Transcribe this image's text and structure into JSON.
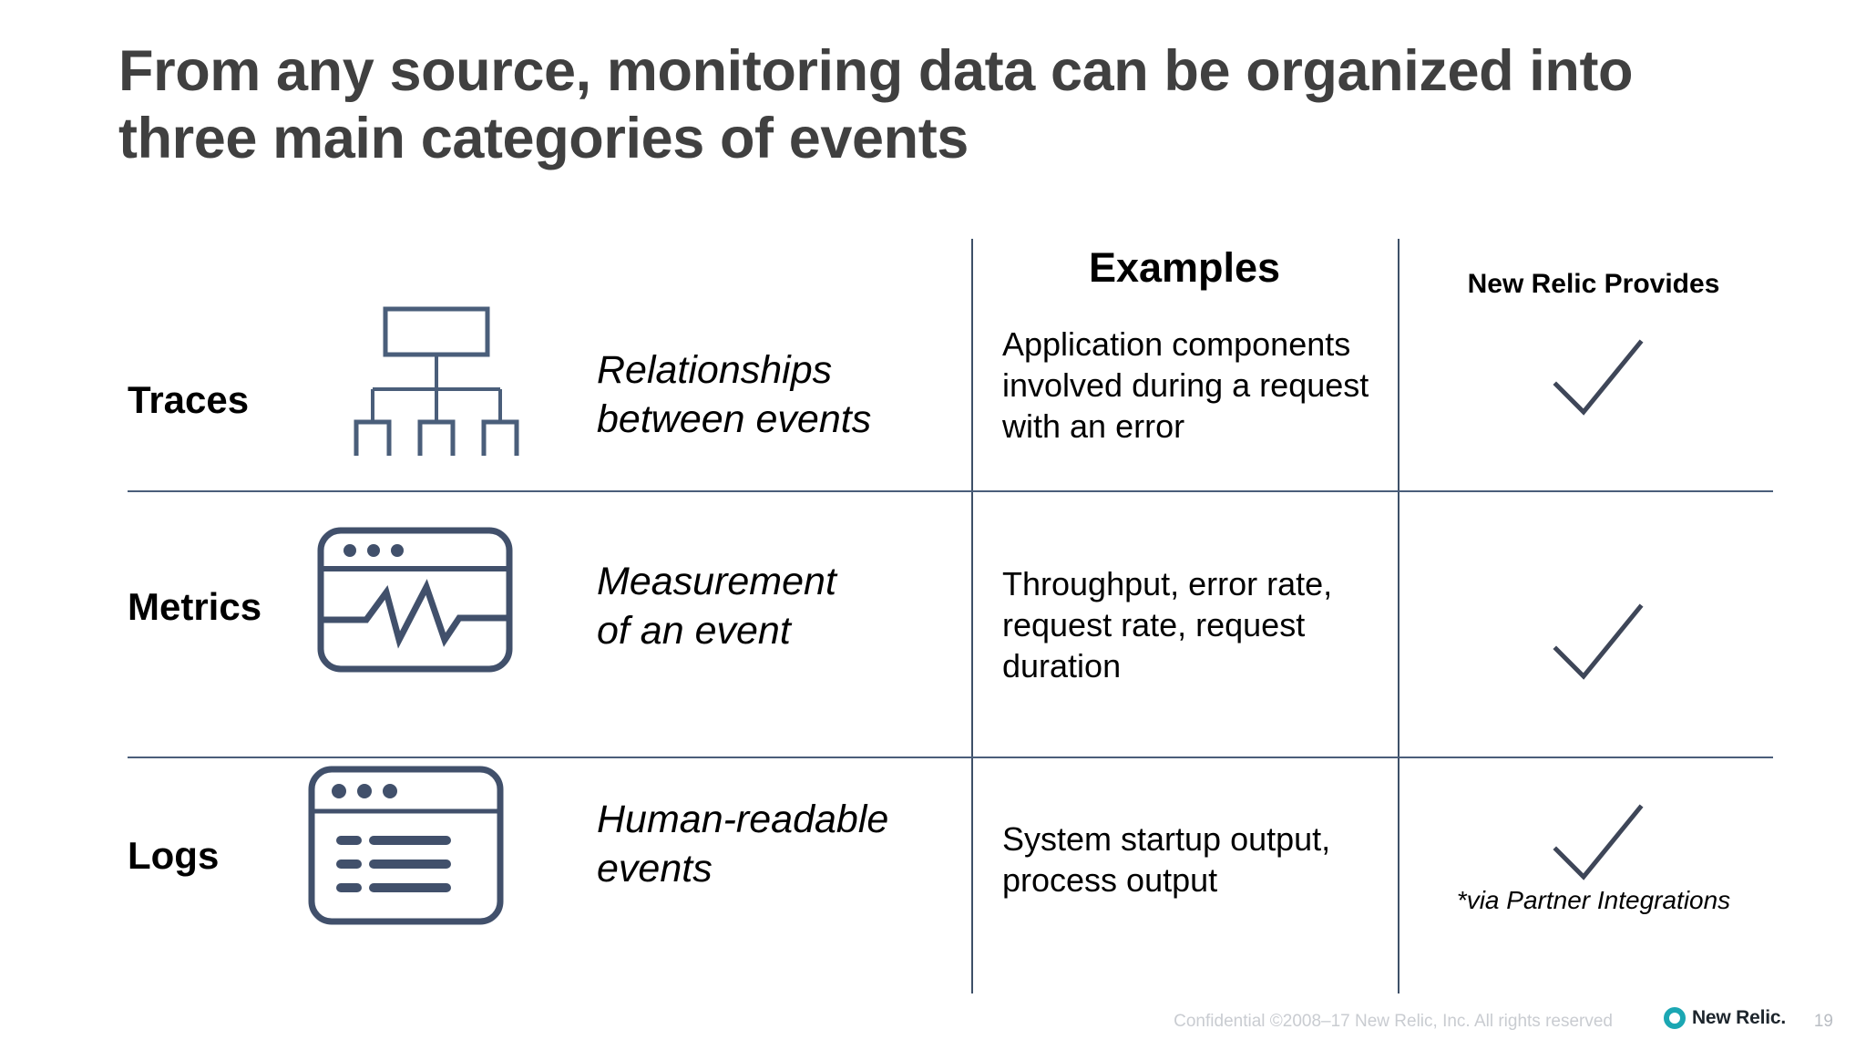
{
  "slide": {
    "title_line1": "From any source, monitoring data can be organized into",
    "title_line2": "three main categories of events",
    "title_color": "#404040",
    "accent_color": "#3e5068",
    "brand_color": "#1ba7b3"
  },
  "table": {
    "headers": {
      "category": "",
      "icon": "",
      "definition": "",
      "examples": "Examples",
      "provides": "New Relic Provides"
    },
    "rows": [
      {
        "category": "Traces",
        "icon": "trace-tree-icon",
        "definition_line1": "Relationships",
        "definition_line2": "between events",
        "examples": "Application components involved during a request with an error",
        "provides_check": "checkmark-icon"
      },
      {
        "category": "Metrics",
        "icon": "metrics-chart-window-icon",
        "definition_line1": "Measurement",
        "definition_line2": "of an event",
        "examples": "Throughput, error rate, request rate, request duration",
        "provides_check": "checkmark-icon"
      },
      {
        "category": "Logs",
        "icon": "logs-list-window-icon",
        "definition_line1": "Human-readable",
        "definition_line2": "events",
        "examples": "System startup output, process output",
        "provides_check": "checkmark-icon"
      }
    ],
    "footnote": "*via Partner Integrations"
  },
  "footer": {
    "confidential": "Confidential  ©2008–17 New Relic, Inc. All rights reserved",
    "logo_text": "New Relic.",
    "logo_mark": "new-relic-ring-icon",
    "page_number": "19"
  }
}
